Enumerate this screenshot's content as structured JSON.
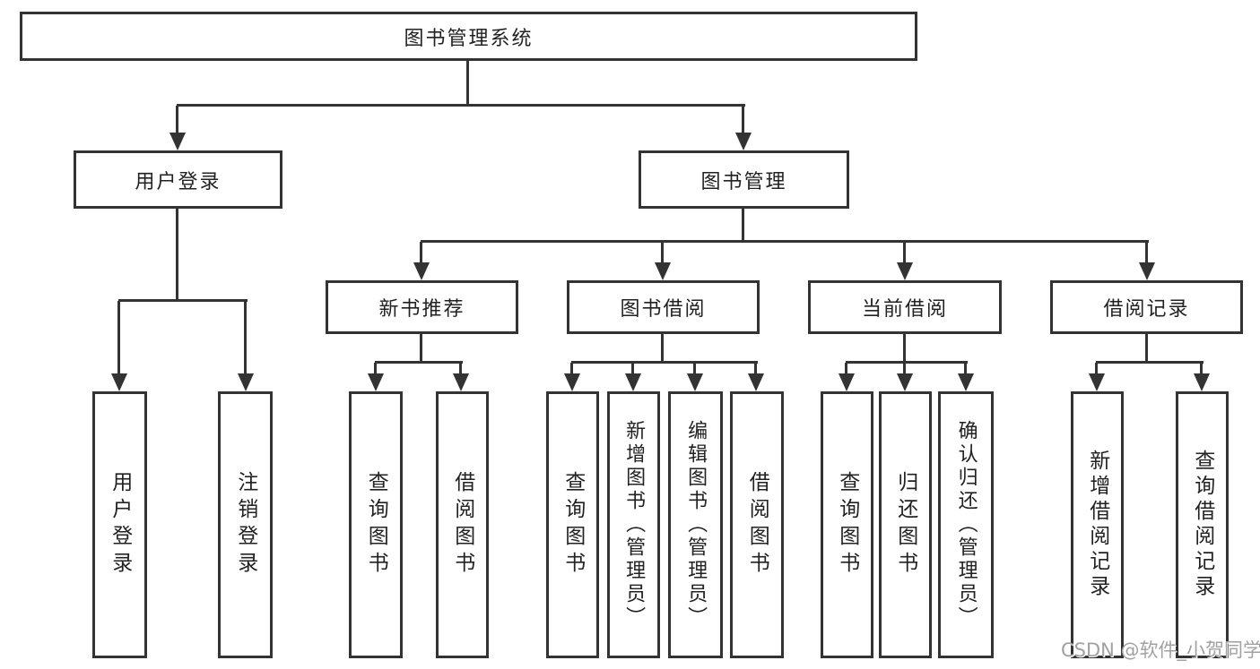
{
  "tree": {
    "root": {
      "label": "图书管理系统"
    },
    "user": {
      "label": "用户登录",
      "children": {
        "login": "用户登录",
        "logout": "注销登录"
      }
    },
    "book": {
      "label": "图书管理",
      "recommend": {
        "label": "新书推荐",
        "children": {
          "query": "查询图书",
          "borrow": "借阅图书"
        }
      },
      "borrowing": {
        "label": "图书借阅",
        "children": {
          "query": "查询图书",
          "add": "新增图书（管理员）",
          "edit": "编辑图书（管理员）",
          "borrow": "借阅图书"
        }
      },
      "current": {
        "label": "当前借阅",
        "children": {
          "query": "查询图书",
          "return": "归还图书",
          "confirm": "确认归还（管理员）"
        }
      },
      "records": {
        "label": "借阅记录",
        "children": {
          "add": "新增借阅记录",
          "query": "查询借阅记录"
        }
      }
    }
  },
  "watermark": {
    "text": "CSDN @软件_小贺同学"
  },
  "colors": {
    "line": "#333333",
    "text": "#222222",
    "watermark_gray": "#a3a0a0",
    "background": "#ffffff"
  }
}
